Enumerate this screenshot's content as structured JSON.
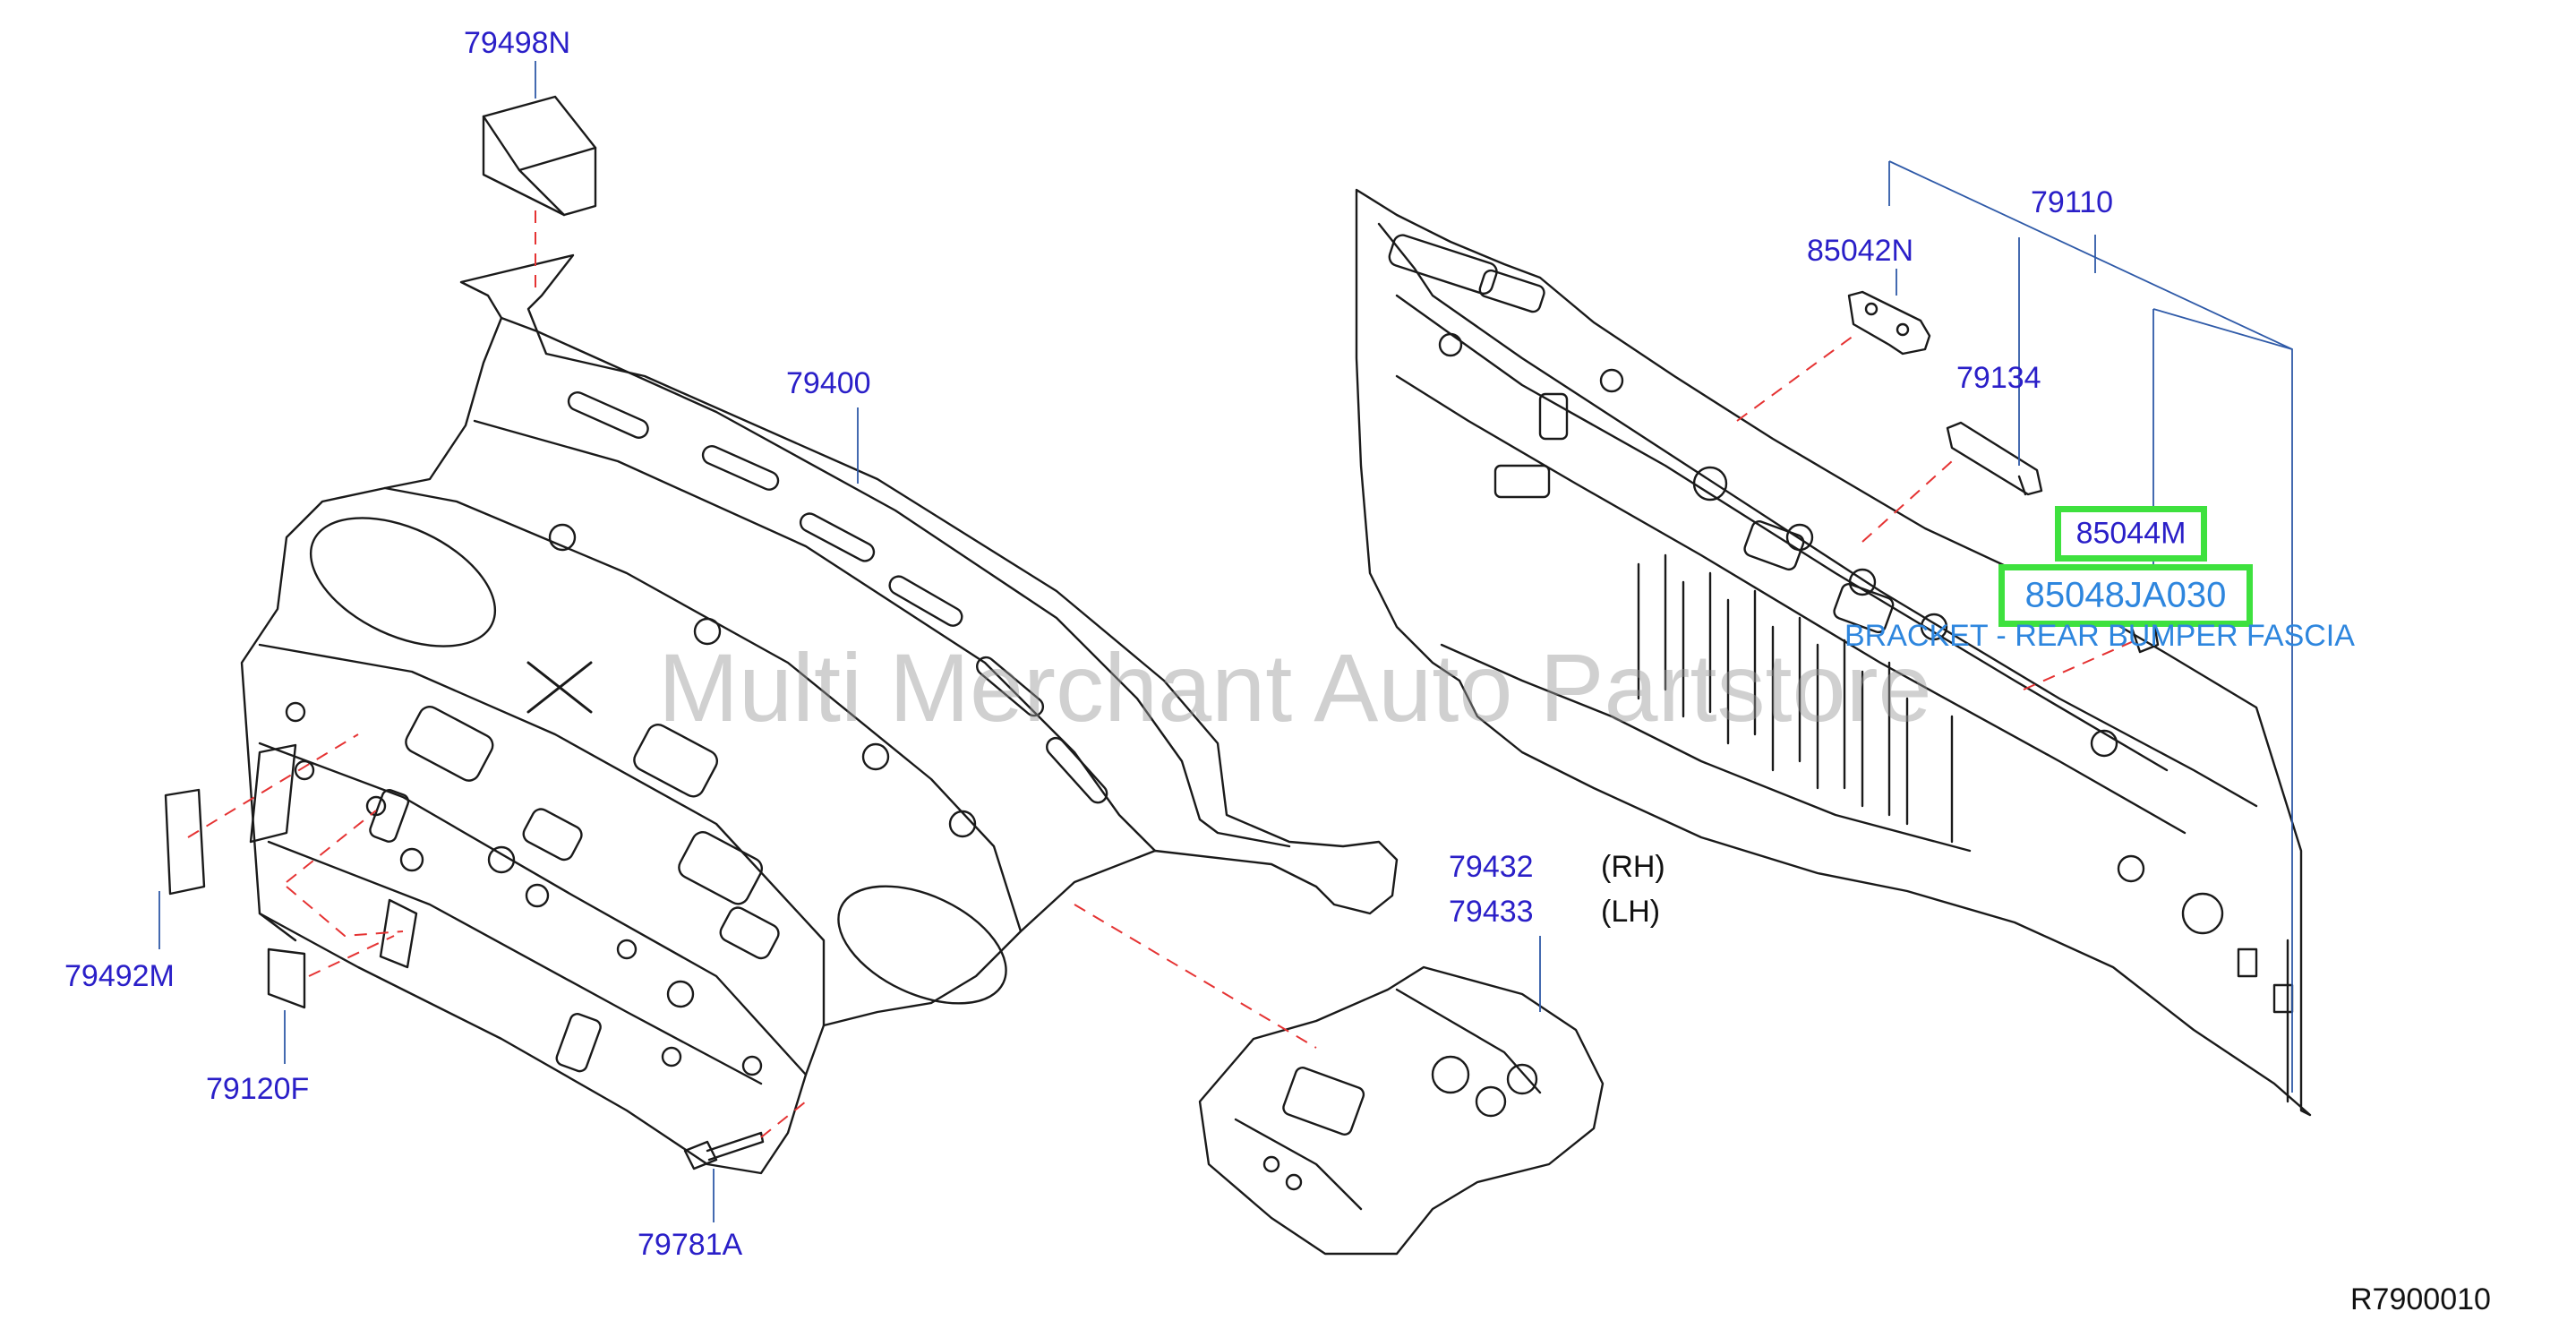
{
  "watermark": "Multi Merchant Auto Partstore",
  "reference_code": "R7900010",
  "parts": {
    "p79498N": "79498N",
    "p79400": "79400",
    "p79492M": "79492M",
    "p79120F": "79120F",
    "p79781A": "79781A",
    "p79432": "79432",
    "p79433": "79433",
    "p79110": "79110",
    "p85042N": "85042N",
    "p79134": "79134",
    "p85044M": "85044M",
    "p85048JA030": "85048JA030"
  },
  "side_labels": {
    "rh": "(RH)",
    "lh": "(LH)"
  },
  "description": "BRACKET - REAR BUMPER FASCIA",
  "colors": {
    "label": "#2a1fc8",
    "leader": "#2f5aa8",
    "dash": "#e53333",
    "highlight": "#3ee13e",
    "description": "#2e86de",
    "outline": "#1a1a1a"
  }
}
